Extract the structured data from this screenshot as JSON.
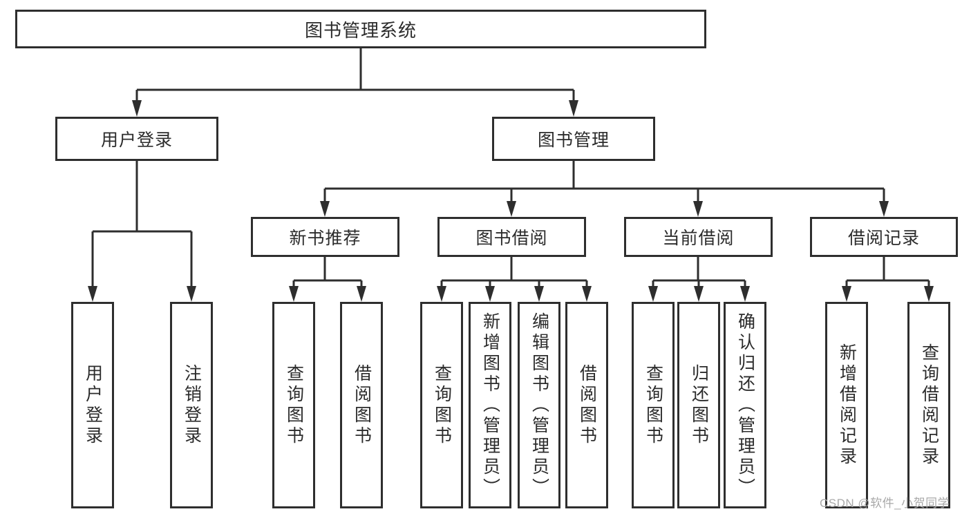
{
  "diagram": {
    "type": "hierarchy-tree",
    "root": {
      "label": "图书管理系统",
      "children": [
        {
          "label": "用户登录",
          "children": [
            {
              "label": "用户登录"
            },
            {
              "label": "注销登录"
            }
          ]
        },
        {
          "label": "图书管理",
          "children": [
            {
              "label": "新书推荐",
              "children": [
                {
                  "label": "查询图书"
                },
                {
                  "label": "借阅图书"
                }
              ]
            },
            {
              "label": "图书借阅",
              "children": [
                {
                  "label": "查询图书"
                },
                {
                  "label": "新增图书（管理员）"
                },
                {
                  "label": "编辑图书（管理员）"
                },
                {
                  "label": "借阅图书"
                }
              ]
            },
            {
              "label": "当前借阅",
              "children": [
                {
                  "label": "查询图书"
                },
                {
                  "label": "归还图书"
                },
                {
                  "label": "确认归还（管理员）"
                }
              ]
            },
            {
              "label": "借阅记录",
              "children": [
                {
                  "label": "新增借阅记录"
                },
                {
                  "label": "查询借阅记录"
                }
              ]
            }
          ]
        }
      ]
    },
    "colors": {
      "line": "#2e2e2e",
      "box_border": "#2e2e2e",
      "box_fill": "#ffffff",
      "text": "#2b2b2b",
      "background": "#ffffff"
    }
  },
  "watermark": {
    "text": "CSDN @软件_小贺同学",
    "color": "#a9a9a9"
  }
}
